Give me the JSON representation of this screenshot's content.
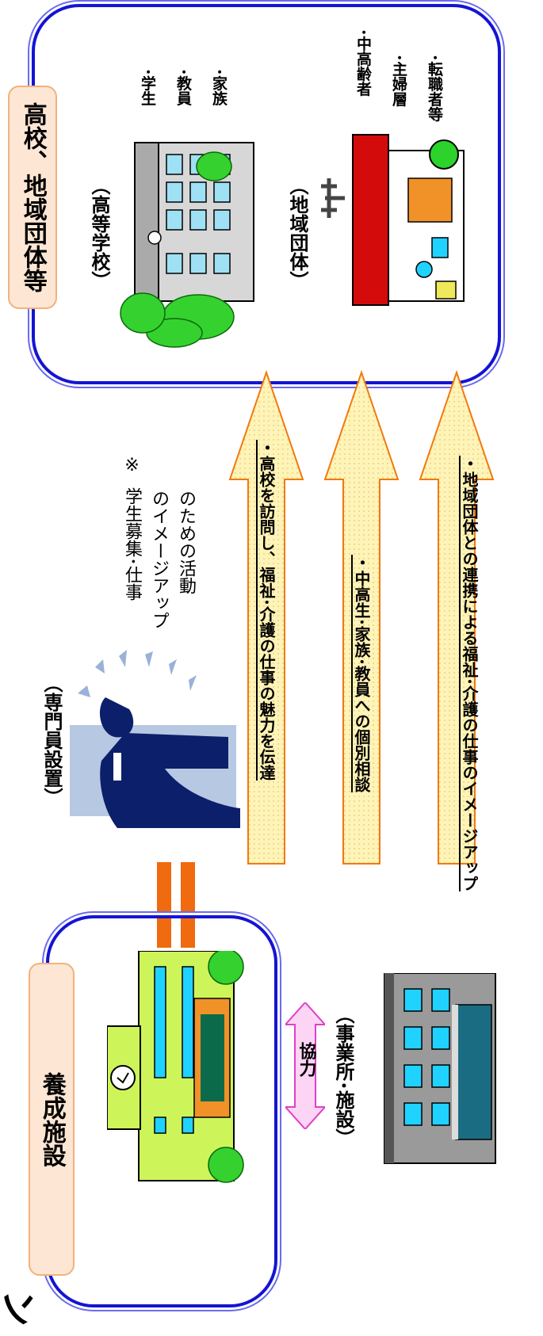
{
  "top_panel": {
    "tag": "高校、地域団体等",
    "school_label": "（高等学校）",
    "school_members": [
      "･学生",
      "･教員",
      "･家族"
    ],
    "community_label": "（地域団体）",
    "community_members": [
      "･中高齢者",
      "･主婦層",
      "･転職者等"
    ]
  },
  "arrows": [
    "・高校を訪問し、福祉･介護の仕事の魅力を伝達",
    "・中高生･家族･教員への個別相談",
    "・地域団体との連携による福祉･介護の仕事のイメージアップ"
  ],
  "specialist": {
    "label": "（専門員設置）",
    "note_mark": "※",
    "note_lines": [
      "学生募集･仕事",
      "のイメージアップ",
      "のための活動"
    ]
  },
  "bottom_panel": {
    "tag": "養成施設",
    "cooperation": "協力",
    "business_label": "（事業所･施設）"
  },
  "corner_text": "ン",
  "colors": {
    "panel_border": "#1414d4",
    "tag_fill": "#fde6d3",
    "arrow_fill": "#fff4b8",
    "arrow_stroke": "#f07a10",
    "equals": "#f06a10",
    "coop": "#e040c8"
  }
}
